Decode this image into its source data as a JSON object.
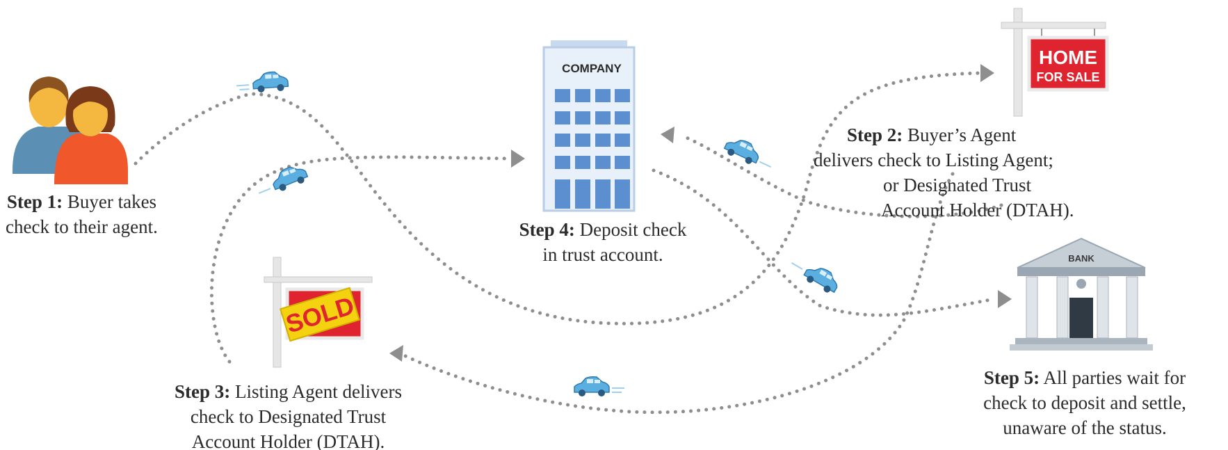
{
  "steps": [
    {
      "label": "Step 1:",
      "text_lines": [
        "Buyer takes",
        "check to their agent."
      ]
    },
    {
      "label": "Step 2:",
      "text_lines": [
        "Buyer’s Agent",
        "delivers check to Listing Agent;",
        "or Designated Trust",
        "Account Holder (DTAH)."
      ]
    },
    {
      "label": "Step 3:",
      "text_lines": [
        "Listing Agent delivers",
        "check to Designated Trust",
        "Account Holder (DTAH)."
      ]
    },
    {
      "label": "Step 4:",
      "text_lines": [
        "Deposit check",
        "in trust account."
      ]
    },
    {
      "label": "Step 5:",
      "text_lines": [
        "All parties wait for",
        "check to deposit and settle,",
        "unaware of the status."
      ]
    }
  ],
  "signs": {
    "company": "COMPANY",
    "home_for_sale_line1": "HOME",
    "home_for_sale_line2": "FOR SALE",
    "sold": "SOLD",
    "bank": "BANK"
  },
  "colors": {
    "path_dots": "#8e8e8e",
    "car": "#5aaee0",
    "sign_red": "#e0242f",
    "sold_yellow": "#f4d20f",
    "person_shirt_blue": "#5b8fb3",
    "person_shirt_orange": "#f0572a",
    "skin": "#f4b740",
    "building_blue": "#5b8fd0"
  },
  "icons": [
    "buyers-icon",
    "company-building-icon",
    "home-for-sale-sign-icon",
    "sold-sign-icon",
    "bank-icon",
    "car-icon"
  ]
}
